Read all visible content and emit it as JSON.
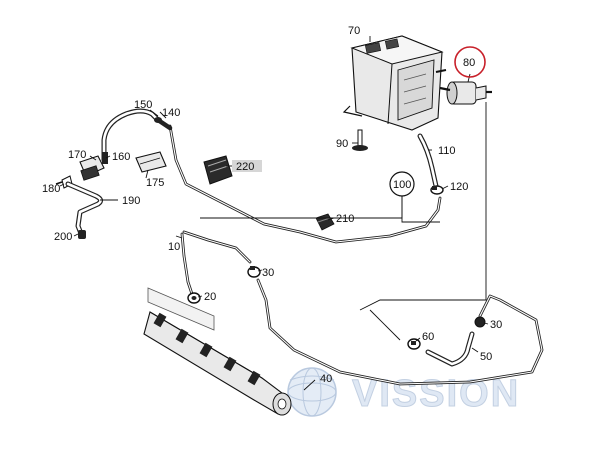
{
  "parts": {
    "p10": "10",
    "p20": "20",
    "p30a": "30",
    "p30b": "30",
    "p40": "40",
    "p50": "50",
    "p60": "60",
    "p70": "70",
    "p80": "80",
    "p90": "90",
    "p100": "100",
    "p110": "110",
    "p120": "120",
    "p140": "140",
    "p150": "150",
    "p160": "160",
    "p170": "170",
    "p175": "175",
    "p180": "180",
    "p190": "190",
    "p200": "200",
    "p210": "210",
    "p220": "220"
  },
  "highlighted_part": "80",
  "highlight_color": "#c8202a",
  "watermark": {
    "text": "VISSION",
    "color": "#c3d0e2"
  }
}
